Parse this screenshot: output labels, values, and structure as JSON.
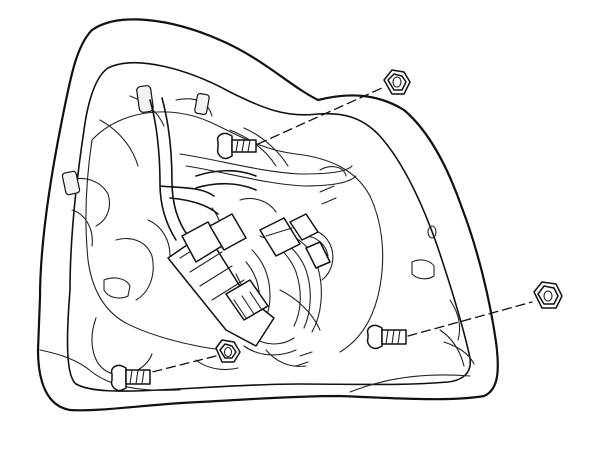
{
  "diagram": {
    "subject": "",
    "colors": {
      "line": "#111111",
      "background": "#ffffff"
    },
    "parts": {
      "housing": {
        "icon": "lamp-housing-outline"
      },
      "wiring_harness": {
        "icon": "wire-harness"
      },
      "connector": {
        "icon": "electrical-connector"
      },
      "fasteners": [
        {
          "id": "top",
          "icon": "stud-and-nut"
        },
        {
          "id": "right",
          "icon": "stud-and-nut"
        },
        {
          "id": "bottom-left",
          "icon": "stud-and-nut"
        }
      ]
    }
  }
}
